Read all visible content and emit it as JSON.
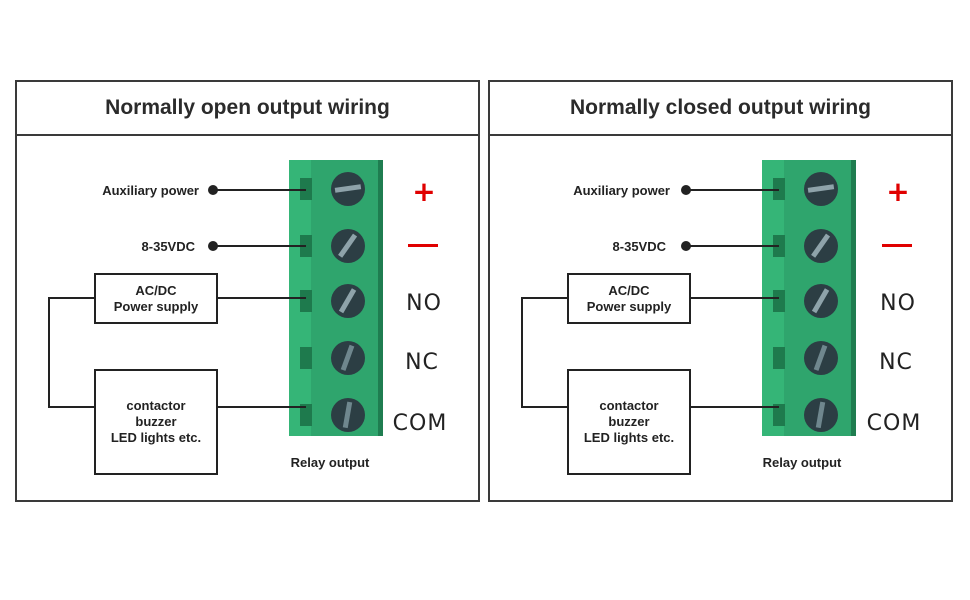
{
  "panels": [
    {
      "title": "Normally open output wiring",
      "aux_label": "Auxiliary power",
      "voltage_label": "8-35VDC",
      "psu_line1": "AC/DC",
      "psu_line2": "Power supply",
      "load_line1": "contactor",
      "load_line2": "buzzer",
      "load_line3": "LED lights etc.",
      "relay_label": "Relay output",
      "plus": "+",
      "terminal_no": "NO",
      "terminal_nc": "NC",
      "terminal_com": "COM",
      "psu_connected_to": "NO"
    },
    {
      "title": "Normally closed output wiring",
      "aux_label": "Auxiliary power",
      "voltage_label": "8-35VDC",
      "psu_line1": "AC/DC",
      "psu_line2": "Power supply",
      "load_line1": "contactor",
      "load_line2": "buzzer",
      "load_line3": "LED lights etc.",
      "relay_label": "Relay output",
      "plus": "+",
      "terminal_no": "NO",
      "terminal_nc": "NC",
      "terminal_com": "COM",
      "psu_connected_to": "NO"
    }
  ],
  "colors": {
    "terminal_green": "#2fa56d",
    "terminal_dark_green": "#1f7d50",
    "plus_minus_red": "#e00000",
    "wire": "#222222",
    "screw": "#2c3e44"
  }
}
